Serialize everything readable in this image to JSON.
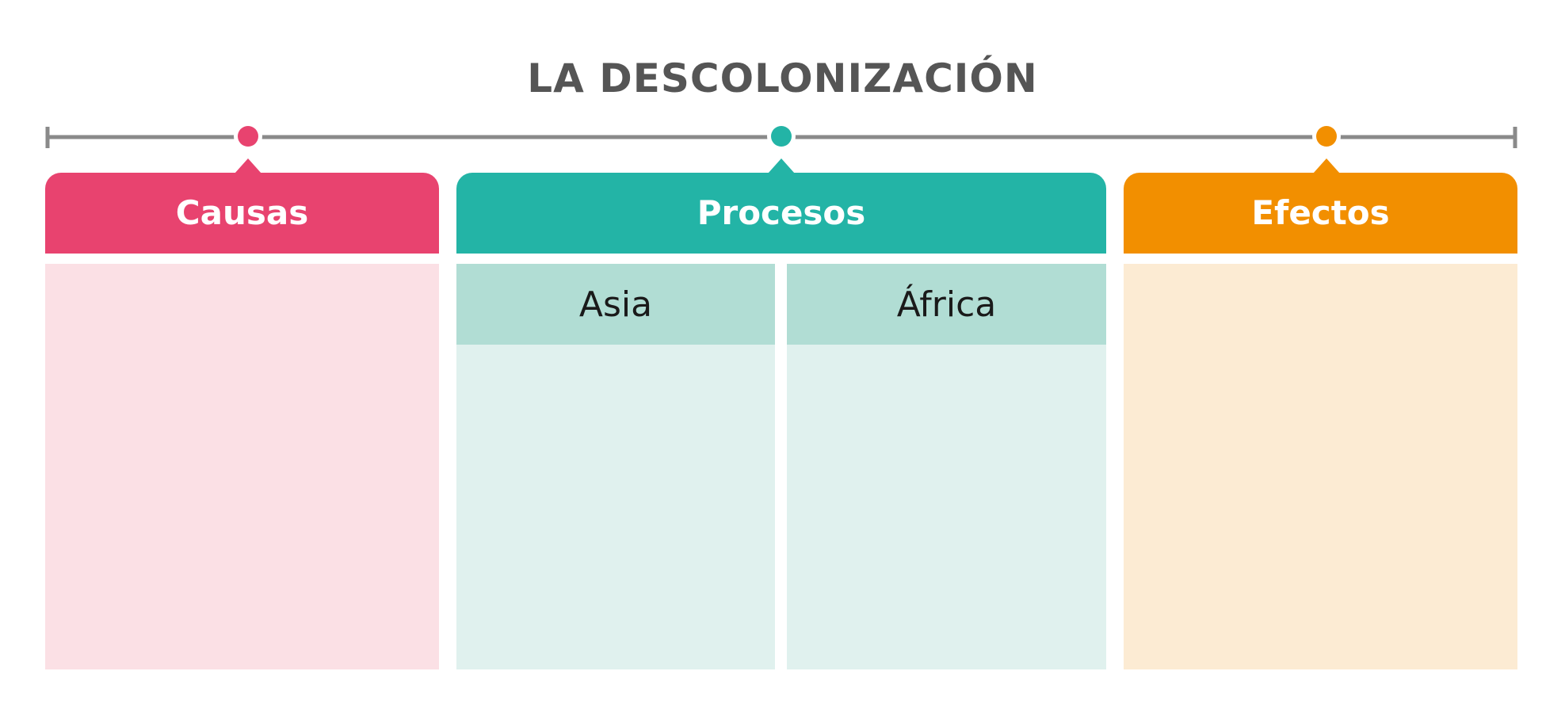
{
  "title": "LA DESCOLONIZACIÓN",
  "colors": {
    "timeline": "#8a8a8a",
    "causas": "#e8436f",
    "causas_light": "#fbe0e5",
    "procesos": "#23b4a6",
    "procesos_sub": "#b1ddd4",
    "procesos_light": "#e0f1ee",
    "efectos": "#f28f00",
    "efectos_light": "#fcebd3"
  },
  "sections": {
    "causas": {
      "label": "Causas"
    },
    "procesos": {
      "label": "Procesos",
      "columns": [
        {
          "label": "Asia"
        },
        {
          "label": "África"
        }
      ]
    },
    "efectos": {
      "label": "Efectos"
    }
  }
}
